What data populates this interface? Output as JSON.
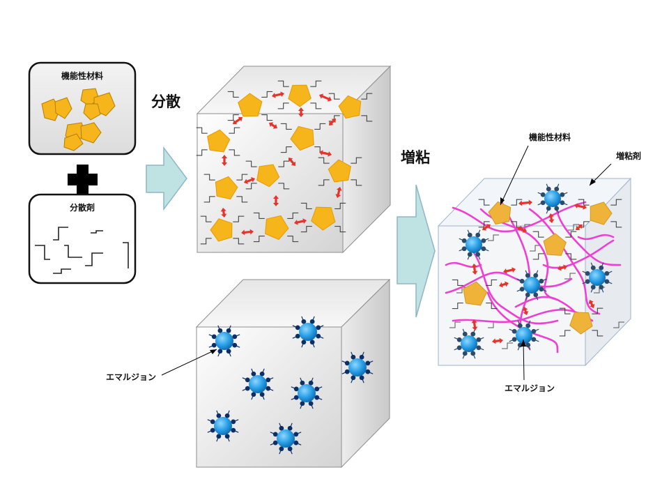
{
  "materials_box": {
    "label": "機能性材料"
  },
  "dispersant_box": {
    "label": "分散剤"
  },
  "step_dispersion": {
    "label": "分散"
  },
  "step_thicken": {
    "label": "増粘"
  },
  "emulsion_label_left": "エマルジョン",
  "result_labels": {
    "functional_material": "機能性材料",
    "thickener": "増粘剤",
    "emulsion": "エマルジョン"
  },
  "colors": {
    "particle": "#f7b51c",
    "particle_edge": "#e59a00",
    "emulsion_core": "#2a9fe0",
    "emulsion_ring": "#0c2f66",
    "repulsion_arrow": "#e5342a",
    "thickener_strand": "#ee3fd2",
    "flow_arrow_fill": "#bfe3e2",
    "flow_arrow_stroke": "#8fb6c8"
  },
  "icons": [
    "plus-icon",
    "flow-arrow-icon",
    "repulsion-arrow-icon",
    "particle-icon",
    "emulsion-droplet-icon",
    "dispersant-molecule-icon",
    "thickener-strand-icon"
  ]
}
